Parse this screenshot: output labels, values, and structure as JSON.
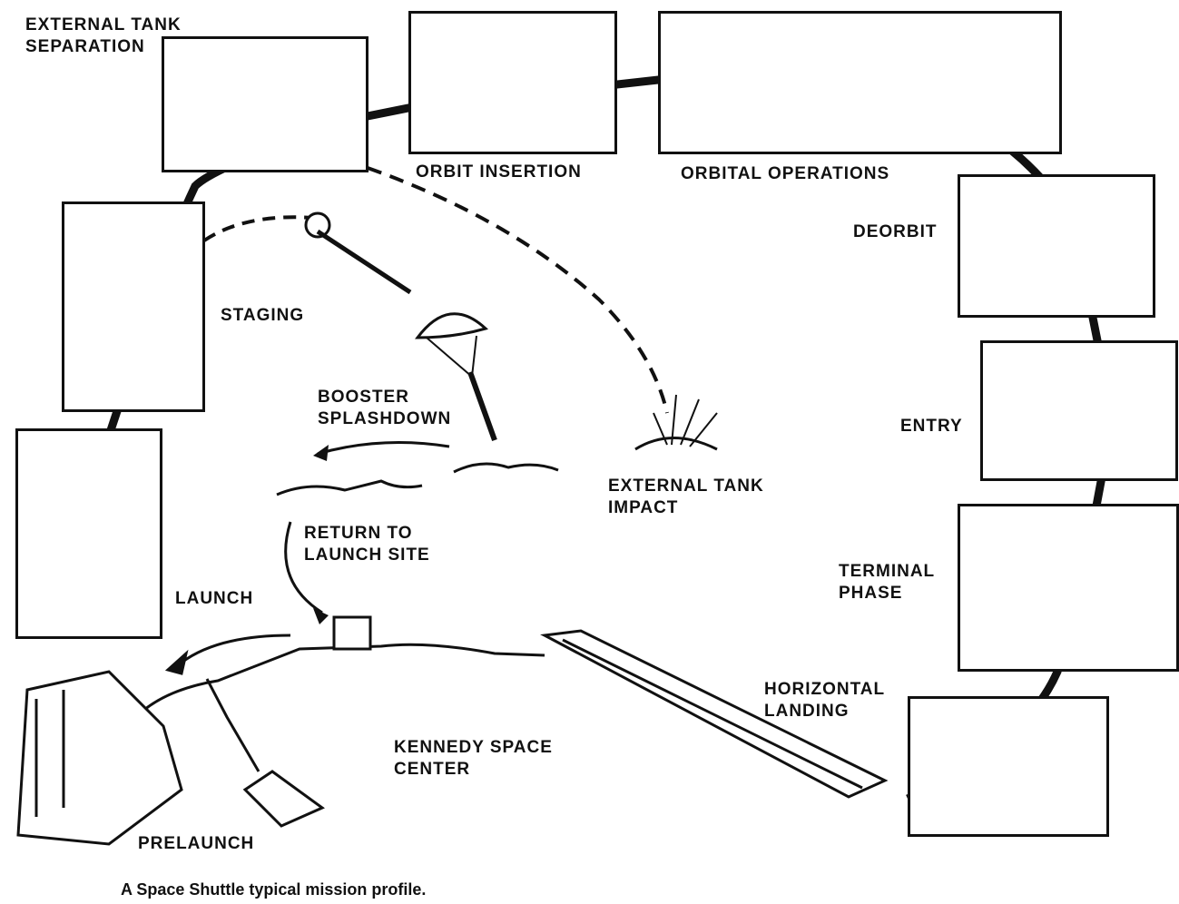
{
  "diagram": {
    "stages": {
      "et_separation": "EXTERNAL TANK\nSEPARATION",
      "orbit_insertion": "ORBIT INSERTION",
      "orbital_operations": "ORBITAL OPERATIONS",
      "deorbit": "DEORBIT",
      "staging": "STAGING",
      "booster_splashdown": "BOOSTER\nSPLASHDOWN",
      "et_impact": "EXTERNAL TANK\nIMPACT",
      "entry": "ENTRY",
      "return_to_launch_site": "RETURN TO\nLAUNCH SITE",
      "terminal_phase": "TERMINAL\nPHASE",
      "launch": "LAUNCH",
      "horizontal_landing": "HORIZONTAL\nLANDING",
      "kennedy": "KENNEDY SPACE\nCENTER",
      "prelaunch": "PRELAUNCH"
    },
    "caption": "A Space Shuttle typical mission profile."
  }
}
